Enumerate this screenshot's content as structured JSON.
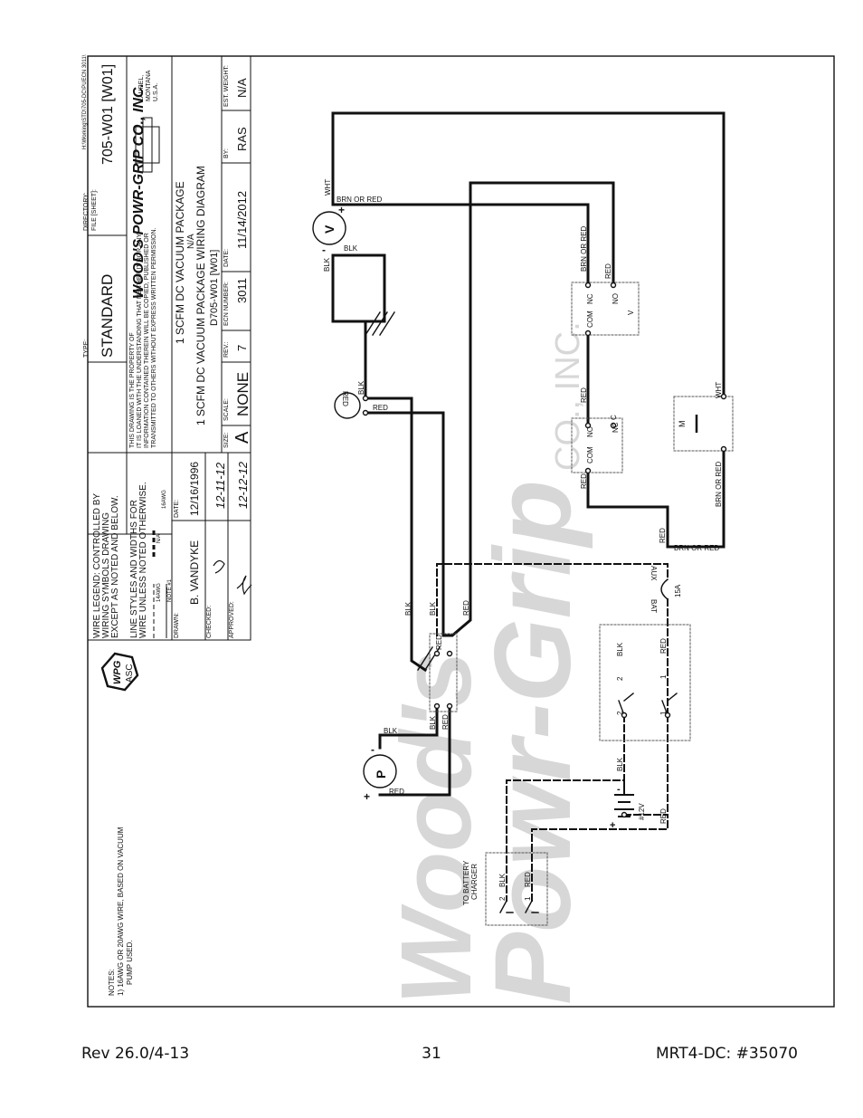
{
  "footer": {
    "left": "Rev 26.0/4-13",
    "page": "31",
    "right": "MRT4-DC: #35070"
  },
  "title_block": {
    "path": "H:\\Working\\STD\\705-DC\\PUECN 3011\\",
    "directory_label": "DIRECTORY:",
    "file_label": "FILE [SHEET]:",
    "file": "705-W01 [W01]",
    "type_label": "TYPE:",
    "type": "STANDARD",
    "company": "WOOD'S POWR-GRIP CO., INC.",
    "location": [
      "LAUREL,",
      "MONTANA",
      "U.S.A."
    ],
    "notice": [
      "THIS DRAWING IS THE PROPERTY OF",
      "IT IS LOANED WITH THE UNDERSTANDING THAT NEITHER IT NOR ANY",
      "INFORMATION CONTAINED THEREIN WILL BE COPIED, PUBLISHED OR",
      "TRANSMITTED TO OTHERS WITHOUT EXPRESS WRITTEN PERMISSION."
    ],
    "title1": "1 SCFM DC VACUUM PACKAGE",
    "title_na": "N/A",
    "title2": "1 SCFM DC VACUUM PACKAGE WIRING DIAGRAM",
    "drawing_no": "D705-W01 [W01]",
    "size_label": "SIZE:",
    "size": "A",
    "scale_label": "SCALE:",
    "scale": "NONE",
    "rev_label": "REV.:",
    "rev": "7",
    "ecn_label": "ECN NUMBER:",
    "ecn": "3011",
    "date_label": "DATE:",
    "date": "11/14/2012",
    "by_label": "BY:",
    "by": "RAS",
    "weight_label": "EST. WEIGHT:",
    "weight": "N/A",
    "drawn_label": "DRAWN:",
    "drawn": "B. VANDYKE",
    "drawn_date_label": "DATE:",
    "drawn_date": "12/16/1996",
    "checked_label": "CHECKED:",
    "checked_date": "12-11-12",
    "approved_label": "APPROVED:",
    "approved_date": "12-12-12",
    "legend": [
      "WIRE LEGEND: CONTROLLED BY",
      "WIRING SYMBOLS DRAWING",
      "EXCEPT AS NOTED AND BELOW."
    ],
    "line_styles": [
      "LINE STYLES AND WIDTHS FOR",
      "WIRE UNLESS NOTED OTHERWISE."
    ],
    "gauges": [
      "14AWG",
      "N/A",
      "16AWG",
      "NOTE #1"
    ],
    "logo": [
      "WPG",
      "ASC"
    ]
  },
  "notes": [
    "NOTES:",
    "1) 16AWG OR 20AWG WIRE, BASED ON VACUUM",
    "PUMP USED."
  ],
  "watermark": [
    "Wood's",
    "Powr-Grip",
    "CO., INC."
  ],
  "labels": {
    "wht": "WHT",
    "brn_or_red": "BRN OR RED",
    "blk": "BLK",
    "red": "RED",
    "plus": "+",
    "minus": "-",
    "valve": "V",
    "pump": "P",
    "motor": "M",
    "com": "COM",
    "nc": "NC",
    "no": "NO",
    "v": "V",
    "c": "C",
    "red_light": "RED",
    "aux": "AUX",
    "bat": "BAT",
    "fuse": "15A",
    "battery": "#12V",
    "charger": [
      "TO BATTERY",
      "CHARGER"
    ],
    "one": "1",
    "two": "2"
  }
}
